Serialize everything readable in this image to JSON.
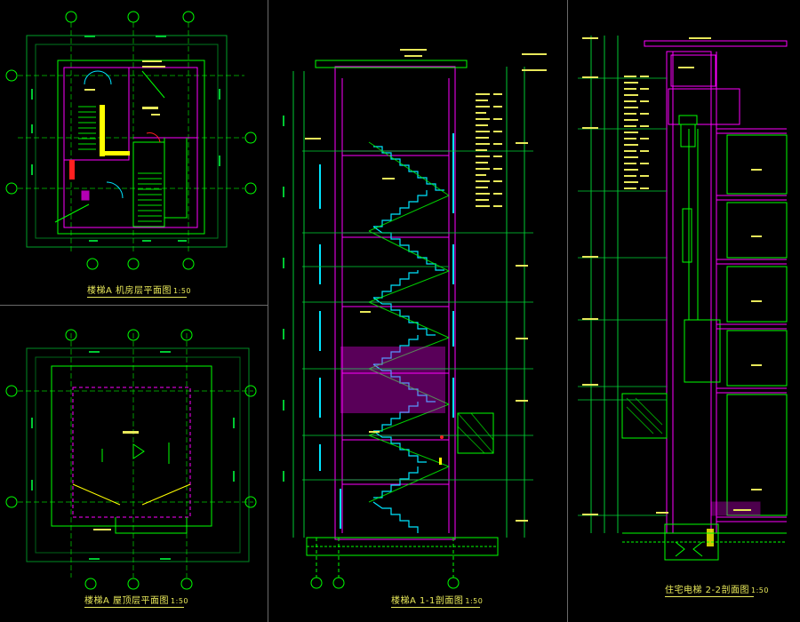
{
  "titles": {
    "plan_machine": {
      "name": "楼梯A 机房层平面图",
      "scale": "1:50"
    },
    "plan_roof": {
      "name": "楼梯A 屋顶层平面图",
      "scale": "1:50"
    },
    "section_1": {
      "name": "楼梯A 1-1剖面图",
      "scale": "1:50"
    },
    "section_2": {
      "name": "住宅电梯 2-2剖面图",
      "scale": "1:50"
    }
  },
  "colors": {
    "background": "#000000",
    "grid_axis": "#00ff00",
    "wall": "#ff00ff",
    "stair": "#00e5ff",
    "dimension": "#00c832",
    "title_text": "#e8e85a",
    "highlight": "#ffff00",
    "red_equipment": "#ff2020"
  },
  "grid_bubble_symbol": "circle"
}
